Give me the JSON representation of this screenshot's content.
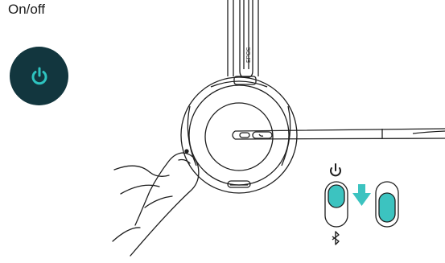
{
  "title": "On/off",
  "headband_brand": "EPOS",
  "icons": {
    "badge_icon": "power-icon",
    "top_switch_icon": "power-icon",
    "bottom_switch_icon": "bluetooth-icon",
    "arrow": "arrow-down-icon"
  },
  "colors": {
    "badge_bg": "#12363e",
    "badge_icon": "#2ec4c0",
    "accent": "#3cc3c0",
    "line": "#1e1e1e"
  },
  "switch_before": "off",
  "switch_after": "on"
}
